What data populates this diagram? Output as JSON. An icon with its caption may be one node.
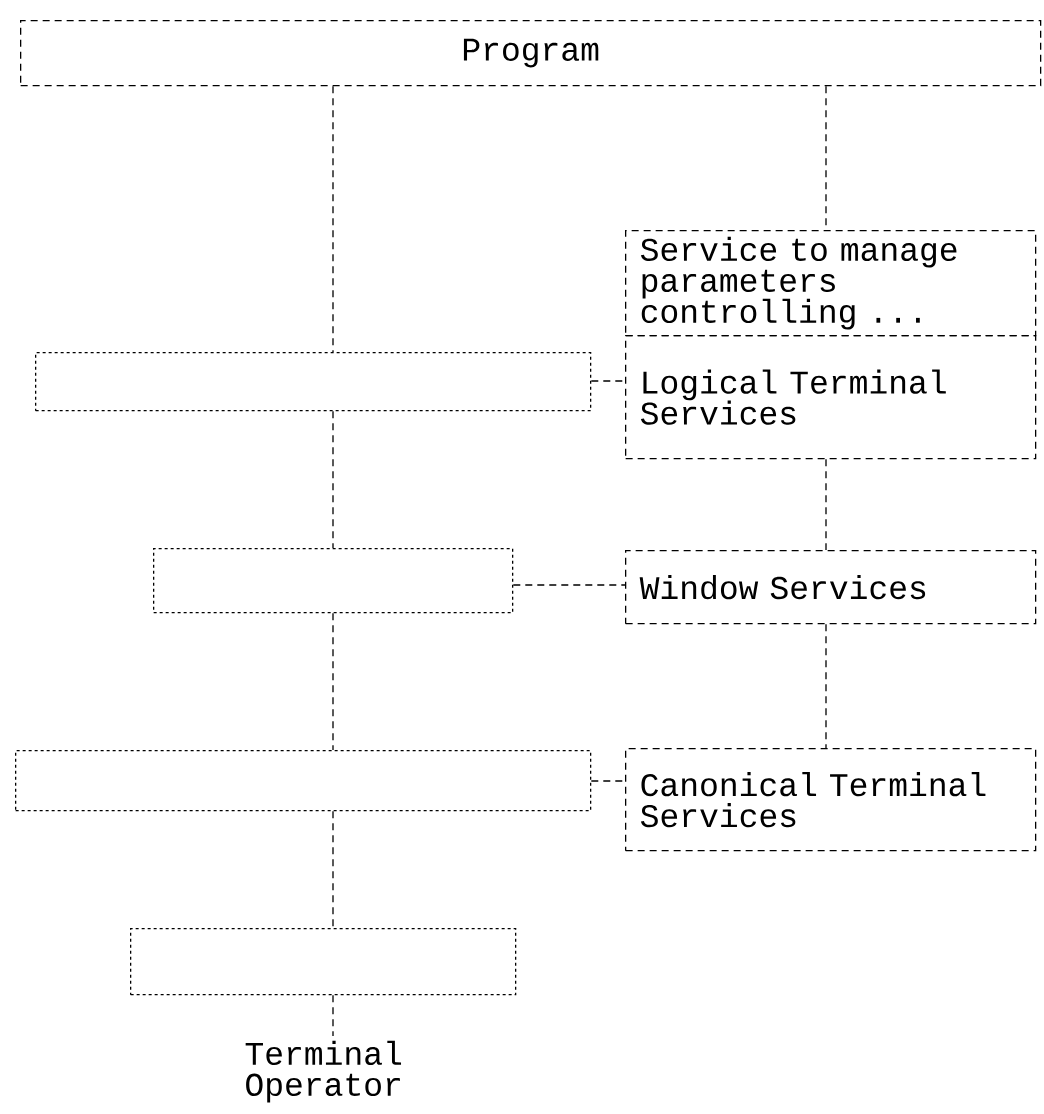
{
  "diagram": {
    "nodes": [
      {
        "text": [
          "Program"
        ]
      },
      {
        "text": [
          "Service to manage parameters controlling ..."
        ]
      },
      {
        "text": [
          "Logical Terminal Services"
        ]
      },
      {
        "text": [],
        "shape": "box"
      },
      {
        "text": [],
        "shape": "box"
      },
      {
        "text": [
          "Window Services"
        ]
      },
      {
        "text": [],
        "shape": "box"
      },
      {
        "text": [
          "Canonical Terminal Services"
        ]
      },
      {
        "text": [],
        "shape": "box"
      },
      {
        "text": [
          "Terminal Operator"
        ]
      }
    ],
    "edges": [
      {
        "from": 0,
        "to": 3,
        "arrow": "none"
      },
      {
        "from": 0,
        "to": 1,
        "arrow": "none"
      },
      {
        "from": 3,
        "to": 2,
        "arrow": "none"
      },
      {
        "from": 3,
        "to": 4,
        "arrow": "none"
      },
      {
        "from": 2,
        "to": 5,
        "arrow": "none"
      },
      {
        "from": 4,
        "to": 5,
        "arrow": "none"
      },
      {
        "from": 4,
        "to": 6,
        "arrow": "none"
      },
      {
        "from": 5,
        "to": 7,
        "arrow": "none"
      },
      {
        "from": 6,
        "to": 7,
        "arrow": "none"
      },
      {
        "from": 6,
        "to": 8,
        "arrow": "none"
      },
      {
        "from": 8,
        "to": 9,
        "arrow": "none"
      }
    ]
  }
}
